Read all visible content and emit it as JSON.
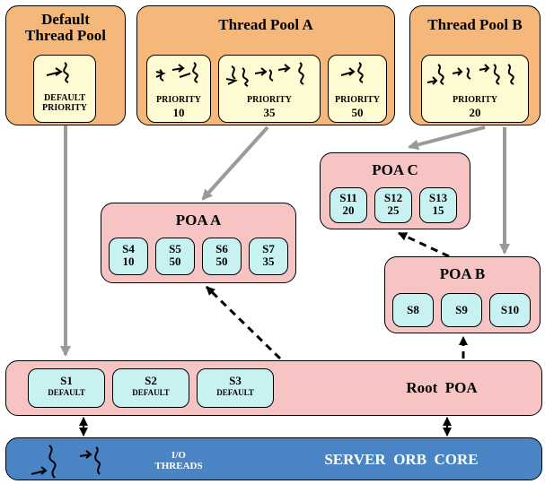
{
  "default_pool": {
    "title_line1": "Default",
    "title_line2": "Thread Pool",
    "priority_line1": "DEFAULT",
    "priority_line2": "PRIORITY"
  },
  "pool_a": {
    "title": "Thread Pool A",
    "lanes": [
      {
        "label": "PRIORITY",
        "value": "10"
      },
      {
        "label": "PRIORITY",
        "value": "35"
      },
      {
        "label": "PRIORITY",
        "value": "50"
      }
    ]
  },
  "pool_b": {
    "title": "Thread Pool B",
    "lane": {
      "label": "PRIORITY",
      "value": "20"
    }
  },
  "poa_a": {
    "title": "POA A",
    "servants": [
      {
        "name": "S4",
        "value": "10"
      },
      {
        "name": "S5",
        "value": "50"
      },
      {
        "name": "S6",
        "value": "50"
      },
      {
        "name": "S7",
        "value": "35"
      }
    ]
  },
  "poa_b": {
    "title": "POA B",
    "servants": [
      {
        "name": "S8"
      },
      {
        "name": "S9"
      },
      {
        "name": "S10"
      }
    ]
  },
  "poa_c": {
    "title": "POA C",
    "servants": [
      {
        "name": "S11",
        "value": "20"
      },
      {
        "name": "S12",
        "value": "25"
      },
      {
        "name": "S13",
        "value": "15"
      }
    ]
  },
  "root_poa": {
    "title": "Root  POA",
    "servants": [
      {
        "name": "S1",
        "value": "DEFAULT"
      },
      {
        "name": "S2",
        "value": "DEFAULT"
      },
      {
        "name": "S3",
        "value": "DEFAULT"
      }
    ]
  },
  "orb_core": {
    "io_line1": "I/O",
    "io_line2": "THREADS",
    "title": "SERVER  ORB  CORE"
  },
  "colors": {
    "thread_pool": "#f6b77a",
    "priority_lane": "#fefbd2",
    "poa": "#f7c4c4",
    "servant": "#c8f2f2",
    "orb_core": "#4a84c4",
    "arrow_gray": "#9a9a9a"
  }
}
